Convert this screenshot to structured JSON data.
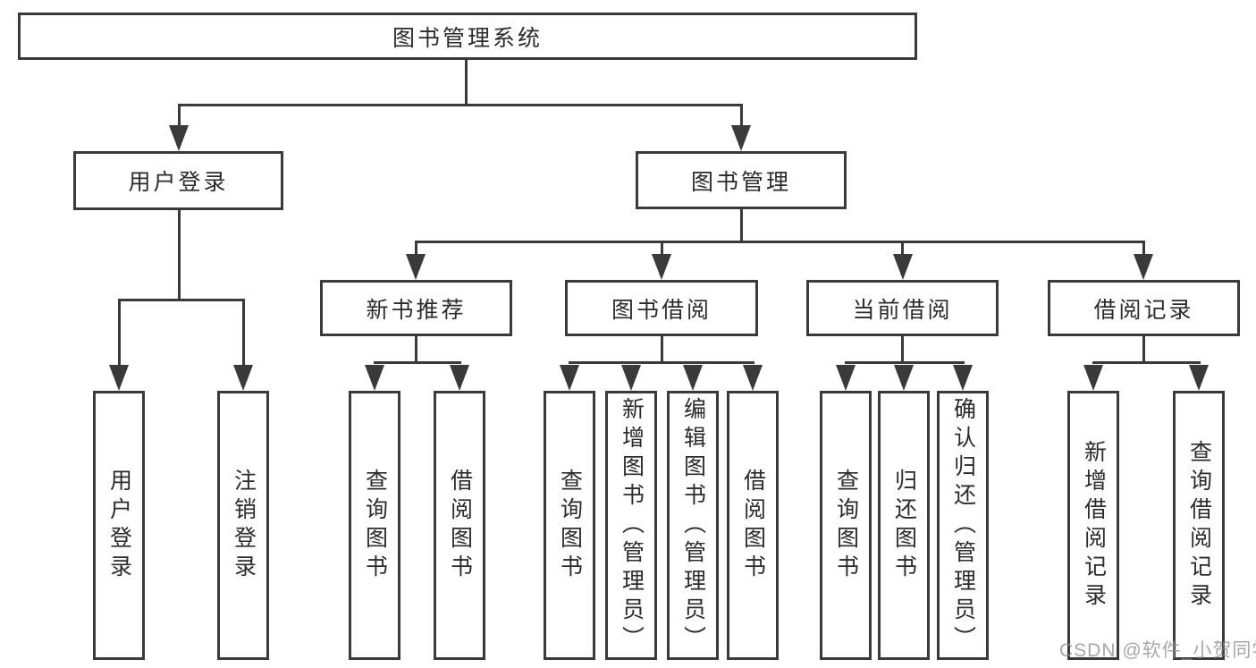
{
  "tree": {
    "root": "图书管理系统",
    "user_login": {
      "label": "用户登录",
      "children": [
        "用户登录",
        "注销登录"
      ]
    },
    "book_management": {
      "label": "图书管理",
      "sections": [
        {
          "label": "新书推荐",
          "children": [
            "查询图书",
            "借阅图书"
          ]
        },
        {
          "label": "图书借阅",
          "children": [
            "查询图书",
            "新增图书（管理员）",
            "编辑图书（管理员）",
            "借阅图书"
          ]
        },
        {
          "label": "当前借阅",
          "children": [
            "查询图书",
            "归还图书",
            "确认归还（管理员）"
          ]
        },
        {
          "label": "借阅记录",
          "children": [
            "新增借阅记录",
            "查询借阅记录"
          ]
        }
      ]
    }
  },
  "watermark": {
    "text": "CSDN @软件_小贺同学"
  },
  "colors": {
    "line": "#3a3a3a",
    "text": "#2b2b2b",
    "watermark": "#919191",
    "background": "#ffffff"
  }
}
